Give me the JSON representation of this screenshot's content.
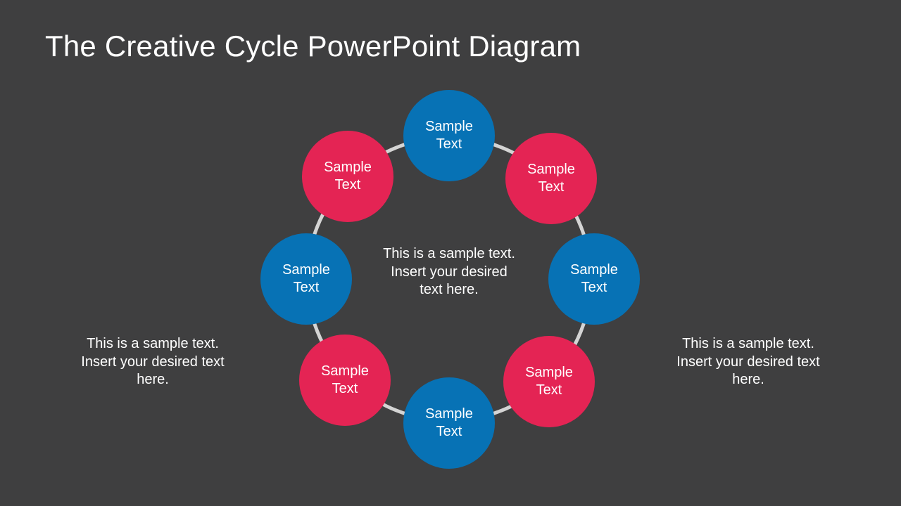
{
  "title": "The Creative Cycle PowerPoint Diagram",
  "colors": {
    "background": "#3f3f40",
    "blue": "#0772b5",
    "red": "#e42454",
    "ring": "#d4d4d4",
    "text": "#ffffff"
  },
  "cycle": {
    "nodes": [
      {
        "id": "top",
        "color": "blue",
        "label": "Sample Text"
      },
      {
        "id": "top-right",
        "color": "red",
        "label": "Sample Text"
      },
      {
        "id": "right",
        "color": "blue",
        "label": "Sample Text"
      },
      {
        "id": "bottom-right",
        "color": "red",
        "label": "Sample Text"
      },
      {
        "id": "bottom",
        "color": "blue",
        "label": "Sample Text"
      },
      {
        "id": "bottom-left",
        "color": "red",
        "label": "Sample Text"
      },
      {
        "id": "left",
        "color": "blue",
        "label": "Sample Text"
      },
      {
        "id": "top-left",
        "color": "red",
        "label": "Sample Text"
      }
    ],
    "center_text": "This is a sample text. Insert your desired text here."
  },
  "left_text": "This is a sample text. Insert your desired text here.",
  "right_text": "This is a sample text. Insert your desired text here."
}
